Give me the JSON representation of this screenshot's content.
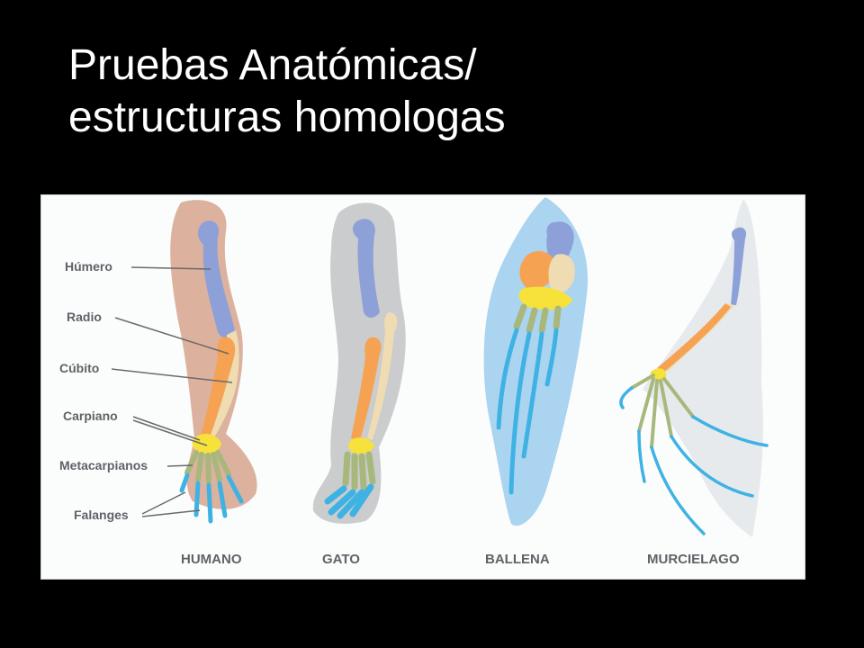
{
  "slide": {
    "title_line1": "Pruebas Anatómicas/",
    "title_line2": "estructuras homologas"
  },
  "diagram": {
    "labels": {
      "humero": "Húmero",
      "radio": "Radio",
      "cubito": "Cúbito",
      "carpiano": "Carpiano",
      "metacarpianos": "Metacarpianos",
      "falanges": "Falanges"
    },
    "captions": {
      "humano": "HUMANO",
      "gato": "GATO",
      "ballena": "BALLENA",
      "murcielago": "MURCIELAGO"
    },
    "colors": {
      "humerus": "#8da0d8",
      "radius": "#f5a352",
      "ulna": "#f0dcb2",
      "carpals": "#f6e23a",
      "metacarpals": "#a8b87c",
      "phalanges": "#3fb2e4",
      "human_skin": "#d8a894",
      "cat_fur": "#c4c6c8",
      "whale_flipper": "#a6d2ef",
      "bat_wing": "#e6eaed"
    }
  }
}
